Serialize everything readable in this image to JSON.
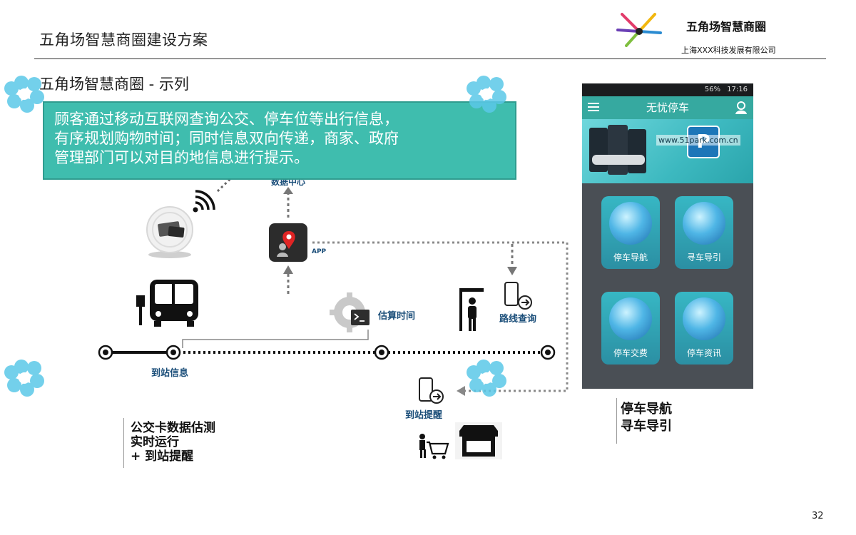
{
  "header": {
    "doc_title": "五角场智慧商圈建设方案",
    "org_name": "五角场智慧商圈",
    "company": "上海XXX科技发展有限公司"
  },
  "slide": {
    "section_title": "五角场智慧商圈 - 示列",
    "callout_lines": [
      "顾客通过移动互联网查询公交、停车位等出行信息，",
      "有序规划购物时间；同时信息双向传递，商家、政府",
      "管理部门可以对目的地信息进行提示。"
    ],
    "page_number": "32"
  },
  "diagram": {
    "data_center": "数据中心",
    "app": "APP",
    "estimate_time": "估算时间",
    "route_query": "路线查询",
    "station_info": "到站信息",
    "arrival_reminder": "到站提醒",
    "bus_card_lines": [
      "公交卡数据估测",
      "实时运行",
      "+  到站提醒"
    ]
  },
  "phone": {
    "status_time": "17:16",
    "status_battery": "56%",
    "app_title": "无忧停车",
    "banner_url": "www.51park.com.cn",
    "tiles": [
      {
        "label": "停车导航"
      },
      {
        "label": "寻车导引"
      },
      {
        "label": "停车交费"
      },
      {
        "label": "停车资讯"
      }
    ]
  },
  "parking_caption": [
    "停车导航",
    "寻车导引"
  ],
  "colors": {
    "callout_bg": "#3fbdae",
    "diagram_label": "#1c4f7a",
    "phone_bar": "#36a9a0"
  }
}
